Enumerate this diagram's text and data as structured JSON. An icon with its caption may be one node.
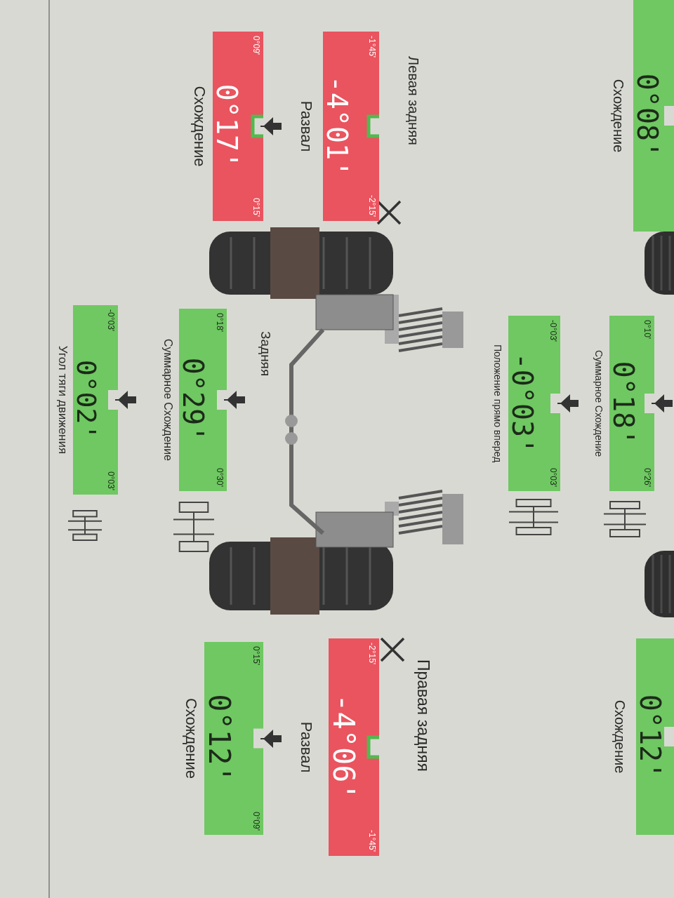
{
  "diagram": {
    "nodes": [
      {
        "text": [
          "0°08'"
        ],
        "beside": [
          "Схождение"
        ]
      },
      {
        "text": [
          "0°10'",
          "0°18'",
          "0°26'"
        ],
        "beside": [
          "Суммарное Схождение"
        ]
      },
      {
        "text": [
          "0°12'"
        ],
        "beside": [
          "Схождение"
        ]
      },
      {
        "text": [
          "-0°03'",
          "-0°03'",
          "0°03'"
        ],
        "beside": [
          "Положение прямо вперед"
        ]
      },
      {
        "text": [
          "-1°45'",
          "-4°01'",
          "-2°15'"
        ],
        "beside": [
          "Развал"
        ]
      },
      {
        "text": [
          "-2°15'",
          "-4°06'",
          "-1°45'"
        ],
        "beside": [
          "Развал"
        ]
      },
      {
        "text": [
          "0°09'",
          "0°17'",
          "0°15'"
        ],
        "beside": [
          "Схождение"
        ]
      },
      {
        "text": [
          "0°18'",
          "0°29'",
          "0°30'"
        ],
        "beside": [
          "Суммарное Схождение"
        ]
      },
      {
        "text": [
          "0°15'",
          "0°12'",
          "0°09'"
        ],
        "beside": [
          "Схождение"
        ]
      },
      {
        "text": [
          "-0°03'",
          "0°02'",
          "0°03'"
        ],
        "beside": [
          "Угол тяги движения"
        ]
      }
    ],
    "labels": [
      "Левая задняя",
      "Правая задняя",
      "Задняя"
    ]
  }
}
